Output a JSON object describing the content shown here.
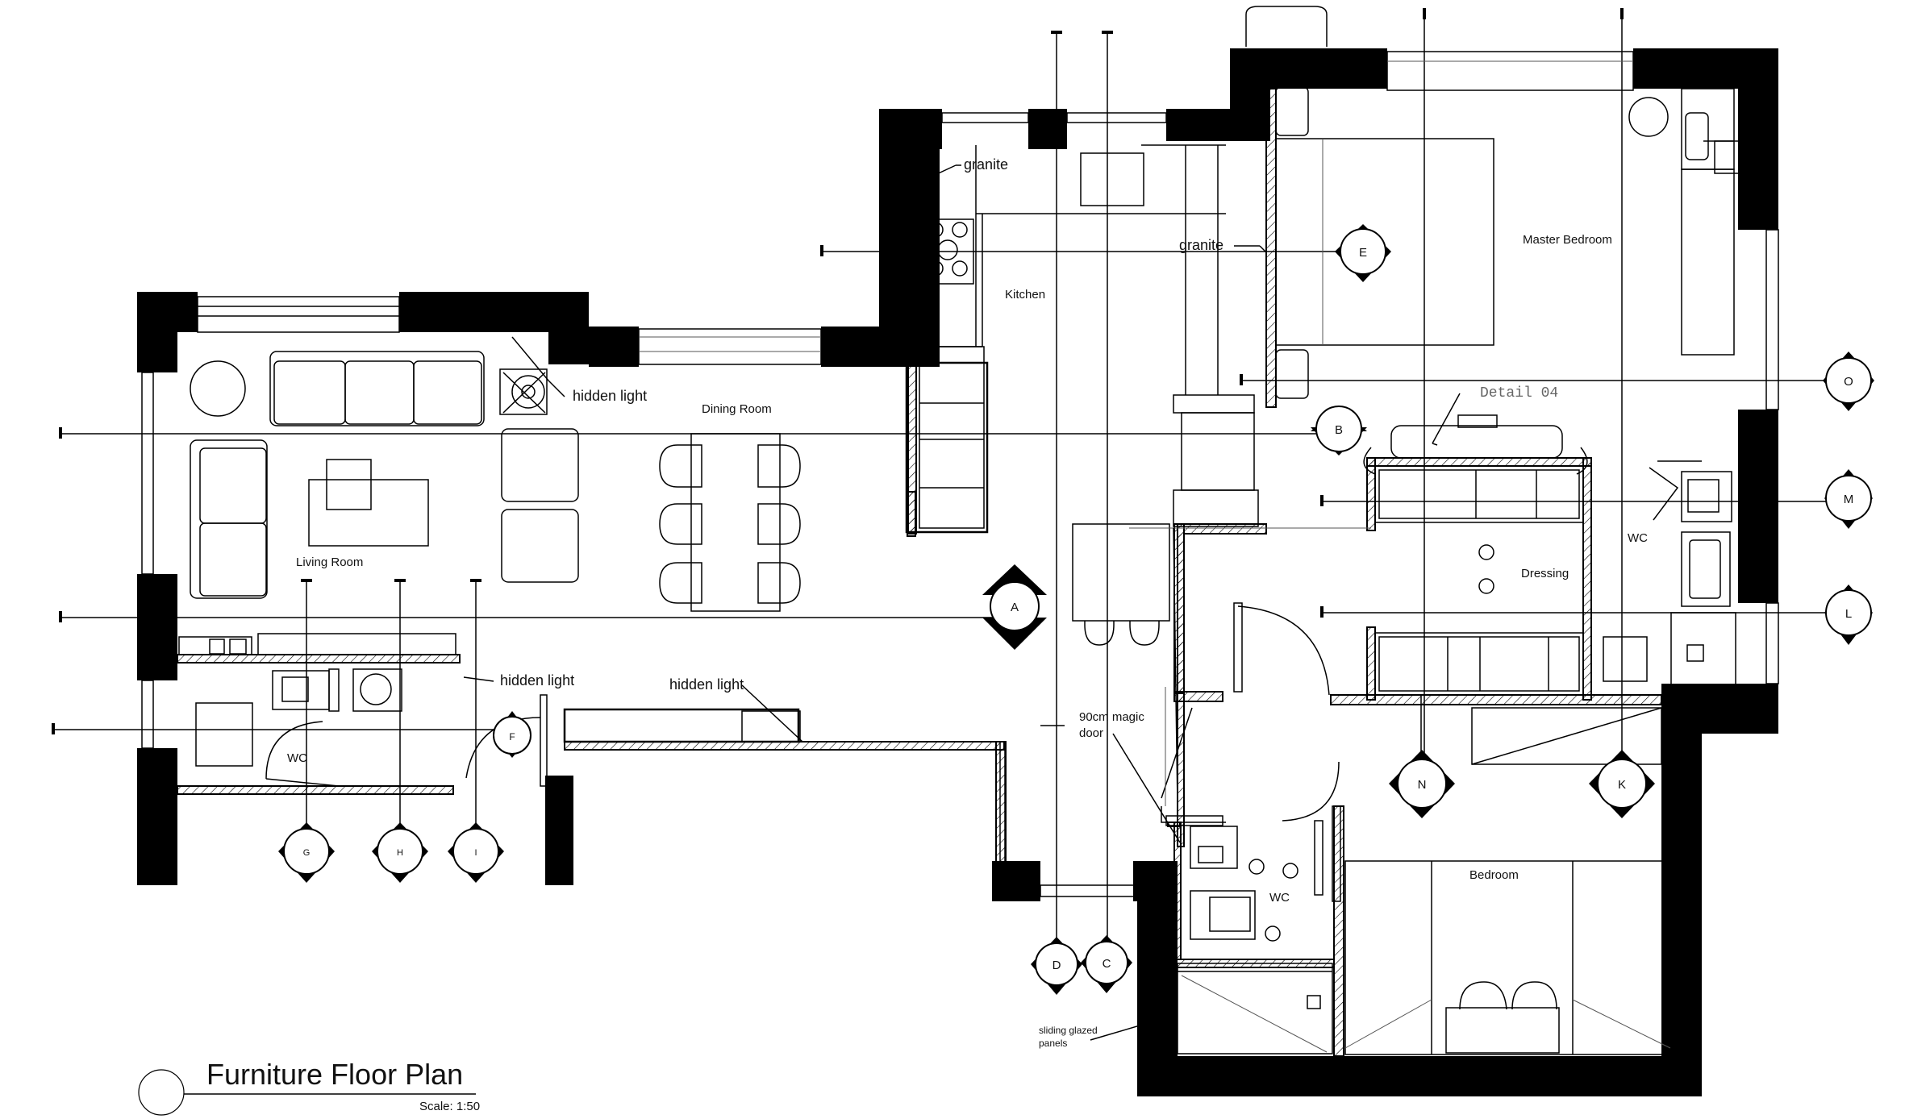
{
  "title": {
    "main": "Furniture Floor Plan",
    "scale": "Scale: 1:50"
  },
  "rooms": {
    "living": "Living Room",
    "dining": "Dining Room",
    "kitchen": "Kitchen",
    "master": "Master Bedroom",
    "dressing": "Dressing",
    "bedroom": "Bedroom",
    "wc1": "WC",
    "wc2": "WC",
    "wc3": "WC"
  },
  "annotations": {
    "granite1": "granite",
    "granite2": "granite",
    "hidden1": "hidden light",
    "hidden2": "hidden light",
    "hidden3": "hidden light",
    "detail": "Detail 04",
    "magic1": "90cm magic",
    "magic2": "door",
    "sliding1": "sliding glazed",
    "sliding2": "panels"
  },
  "markers": {
    "A": "A",
    "B": "B",
    "C": "C",
    "D": "D",
    "E": "E",
    "F": "F",
    "G": "G",
    "H": "H",
    "I": "I",
    "K": "K",
    "L": "L",
    "M": "M",
    "N": "N",
    "O": "O"
  }
}
